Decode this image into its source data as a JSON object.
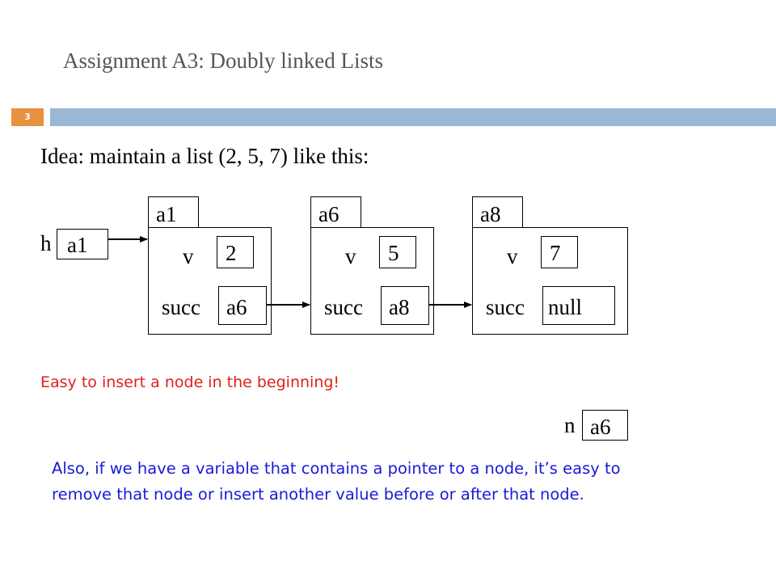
{
  "slide": {
    "title": "Assignment A3: Doubly linked Lists",
    "number": "3",
    "idea": "Idea: maintain a list (2, 5, 7) like this:",
    "easy_note": "Easy to insert a node in the beginning!",
    "also_note": "Also, if we have a variable that contains a pointer to a node, it’s easy to remove that node or insert another value before or after that node."
  },
  "head_var": {
    "name": "h",
    "value": "a1"
  },
  "n_var": {
    "name": "n",
    "value": "a6"
  },
  "nodes": [
    {
      "address": "a1",
      "v_label": "v",
      "v_value": "2",
      "succ_label": "succ",
      "succ_value": "a6"
    },
    {
      "address": "a6",
      "v_label": "v",
      "v_value": "5",
      "succ_label": "succ",
      "succ_value": "a8"
    },
    {
      "address": "a8",
      "v_label": "v",
      "v_value": "7",
      "succ_label": "succ",
      "succ_value": "null"
    }
  ],
  "colors": {
    "accent": "#e8913e",
    "header_bar": "#9bb7d6",
    "red_text": "#e0201b",
    "blue_text": "#1a1ad8",
    "title_gray": "#555555"
  }
}
